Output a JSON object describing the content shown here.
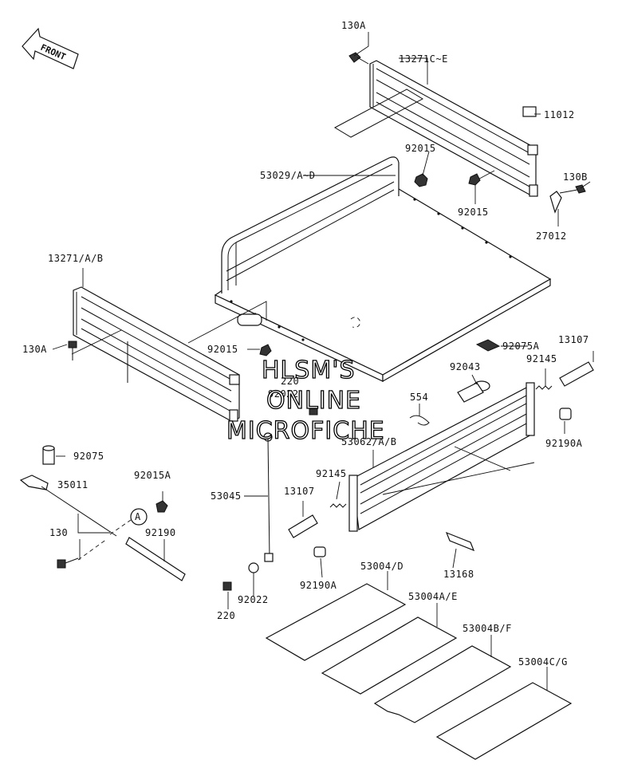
{
  "orientation_label": "FRONT",
  "watermark": [
    "HLSM'S",
    "ONLINE",
    "MICROFICHE"
  ],
  "callout_letter": "A",
  "labels": {
    "p130A_top": "130A",
    "p13271C_E": "13271C~E",
    "p11012": "11012",
    "p92015_a": "92015",
    "p53029": "53029/A~D",
    "p130B": "130B",
    "p92015_b": "92015",
    "p27012": "27012",
    "p13271": "13271/A/B",
    "p130A_left": "130A",
    "p92015_c": "92015",
    "p92075A": "92075A",
    "p13107_r": "13107",
    "p92043": "92043",
    "p92145_r": "92145",
    "p220_top": "220",
    "p92022_top": "92022",
    "p554": "554",
    "p53062": "53062/A/B",
    "p92190A_r": "92190A",
    "p92075": "92075",
    "p35011": "35011",
    "p92015A": "92015A",
    "p53045": "53045",
    "p92145_l": "92145",
    "p13107_l": "13107",
    "p130": "130",
    "p92190": "92190",
    "p92190A_l": "92190A",
    "p13168": "13168",
    "p53004D": "53004/D",
    "p53004AE": "53004A/E",
    "p53004BF": "53004B/F",
    "p53004CG": "53004C/G",
    "p92022_bot": "92022",
    "p220_bot": "220"
  }
}
